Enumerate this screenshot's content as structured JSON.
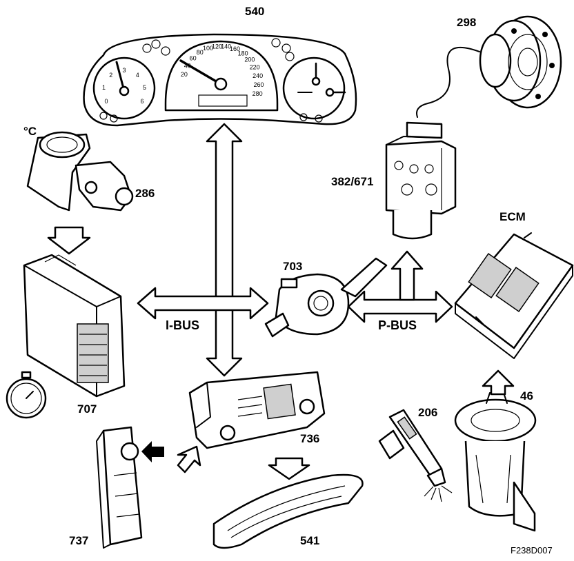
{
  "labels": {
    "instrument_cluster": "540",
    "wheel_sensor": "298",
    "abs_unit": "382/671",
    "temp_sensor": "286",
    "temp_unit": "°C",
    "ecm": "ECM",
    "cim": "703",
    "cim_module": "707",
    "head_unit": "736",
    "fuel_pump": "46",
    "injector": "206",
    "ignition_switch": "737",
    "display_panel": "541",
    "i_bus": "I-BUS",
    "p_bus": "P-BUS",
    "figure_code": "F238D007"
  },
  "gauges": {
    "speedometer_ticks": [
      "20",
      "40",
      "60",
      "80",
      "100",
      "120",
      "140",
      "160",
      "180",
      "200",
      "220",
      "240",
      "260",
      "280"
    ],
    "tachometer_ticks": [
      "0",
      "1",
      "2",
      "3",
      "4",
      "5",
      "6"
    ]
  }
}
